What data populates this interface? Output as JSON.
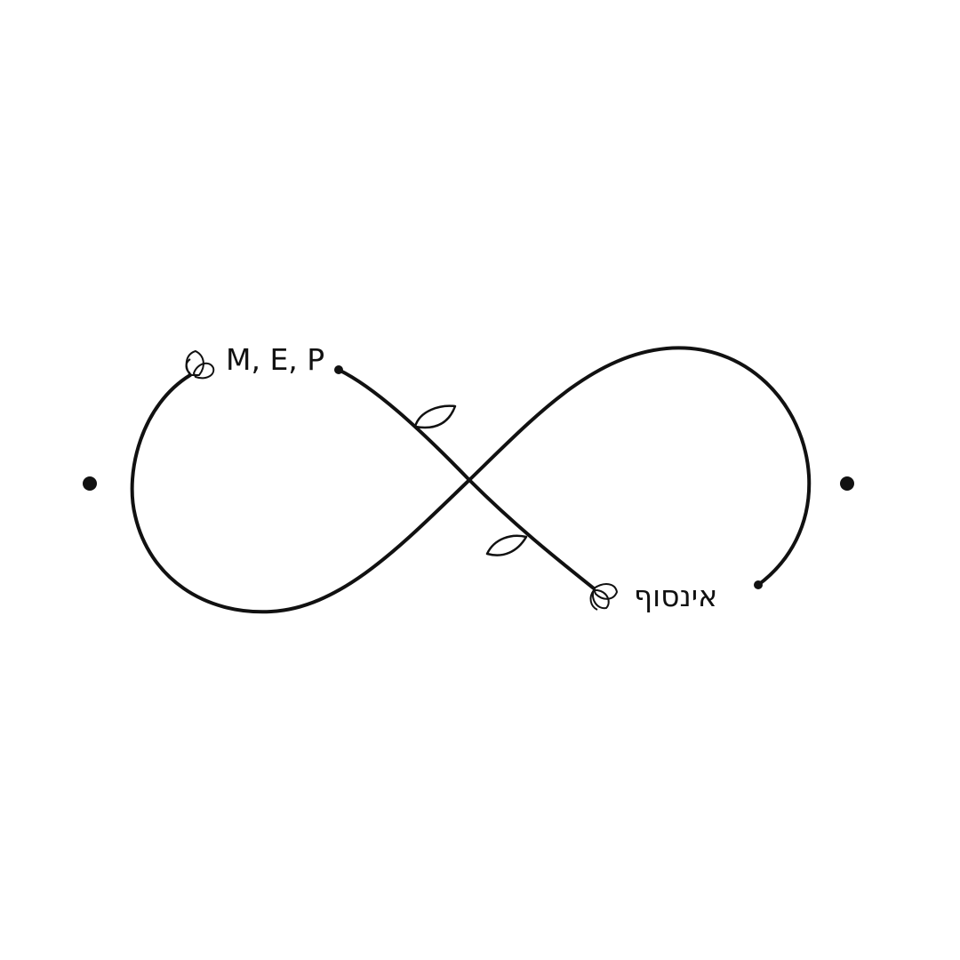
{
  "design": {
    "type": "infinity-tattoo-design",
    "stroke_color": "#111111",
    "background_color": "#ffffff",
    "icons": [
      "infinity-loop-icon",
      "flower-bud-icon",
      "leaf-icon",
      "dot-icon"
    ]
  },
  "labels": {
    "initials": "M, E, P",
    "hebrew": "אינסוף"
  }
}
